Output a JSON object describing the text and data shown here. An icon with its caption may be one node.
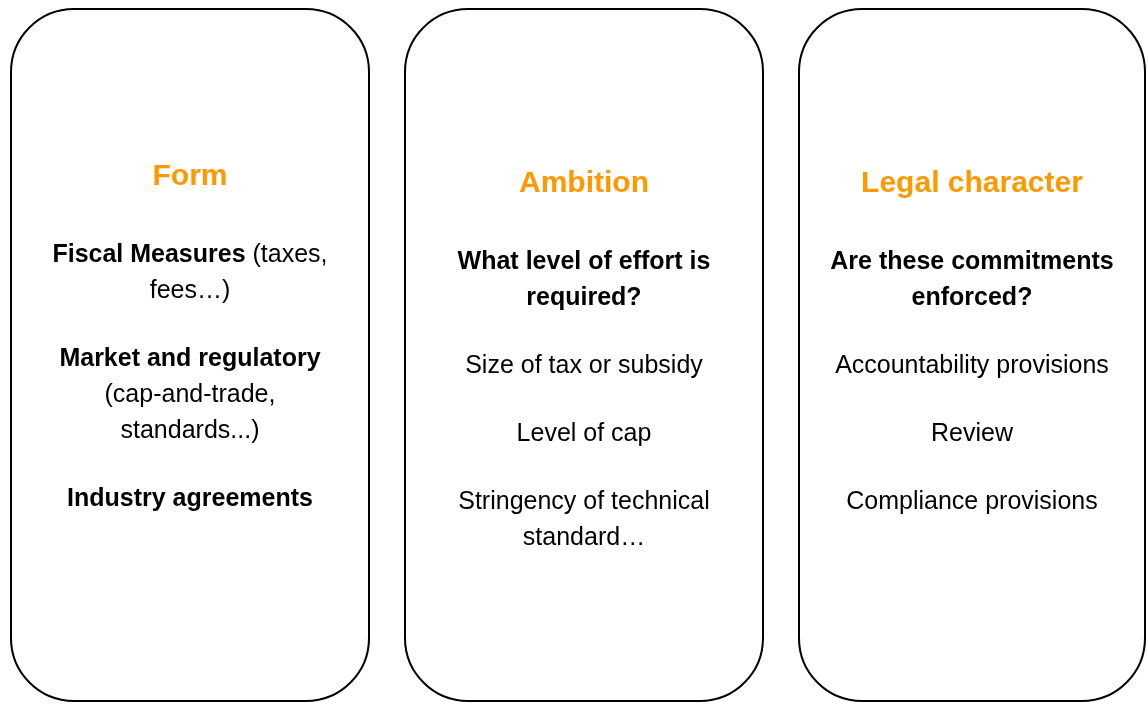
{
  "diagram": {
    "nodes": [
      {
        "text": [
          "Form",
          "**Fiscal Measures** (taxes, fees…)",
          "**Market and regulatory** (cap-and-trade, standards...)",
          "**Industry agreements**"
        ]
      },
      {
        "text": [
          "Ambition",
          "**What level of effort is required?**",
          "Size of tax or subsidy",
          "Level of cap",
          "Stringency of technical standard…"
        ]
      },
      {
        "text": [
          "Legal character",
          "**Are these commitments enforced?**",
          "Accountability provisions",
          "Review",
          "Compliance provisions"
        ]
      }
    ]
  }
}
